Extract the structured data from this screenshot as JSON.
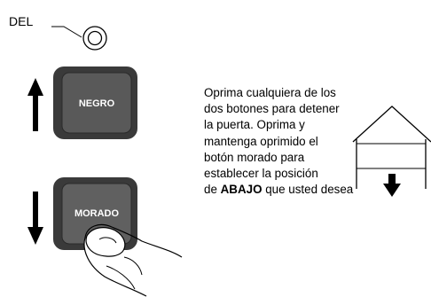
{
  "led": {
    "label": "DEL"
  },
  "buttons": {
    "up": {
      "label": "NEGRO"
    },
    "down": {
      "label": "MORADO"
    }
  },
  "instructions": {
    "lines": [
      "Oprima cualquiera de los",
      "dos botones para detener",
      "la puerta. Oprima y",
      "mantenga oprimido el",
      "botón morado para",
      "establecer la posición"
    ],
    "last_line": {
      "prefix": "de ",
      "bold": "ABAJO",
      "suffix": " que usted desea"
    }
  },
  "icons": {
    "led": "led-indicator-icon",
    "up_arrow": "arrow-up-icon",
    "down_arrow": "arrow-down-icon",
    "finger": "finger-pressing-icon",
    "garage": "garage-door-down-icon"
  }
}
